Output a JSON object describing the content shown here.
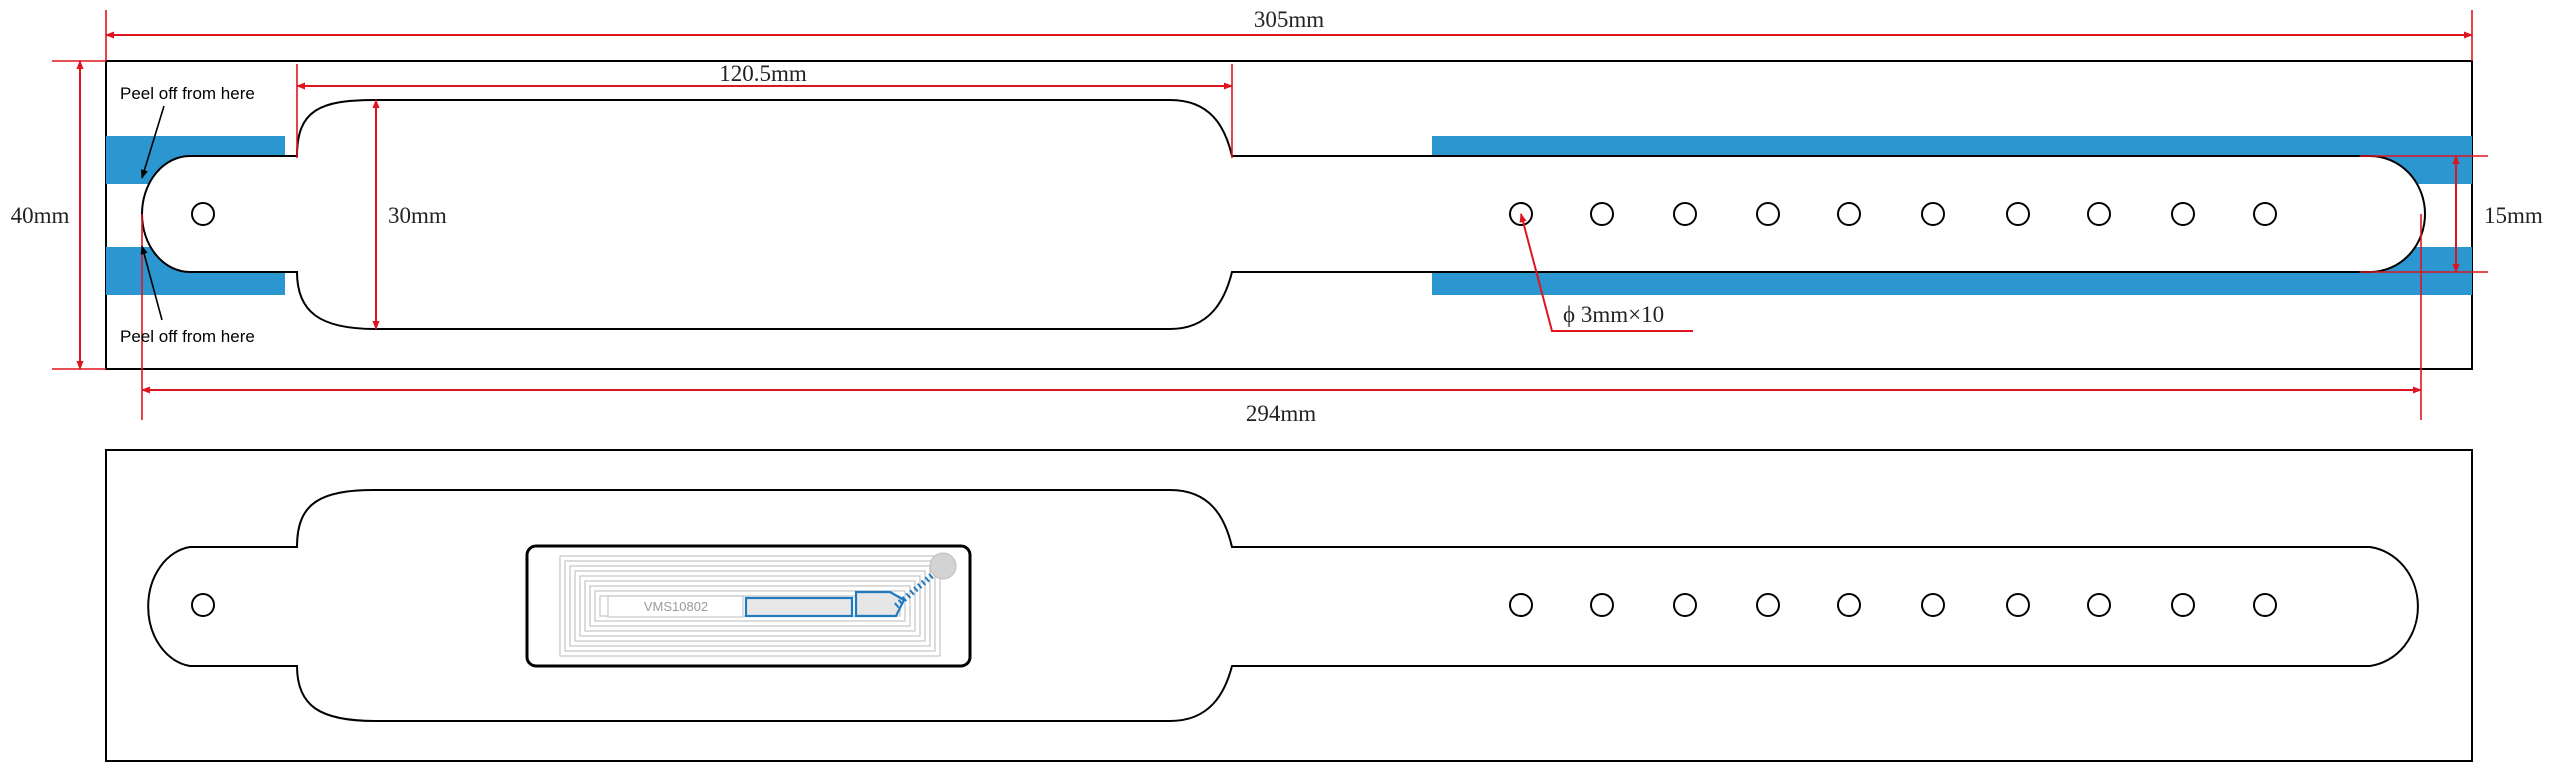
{
  "dimensions": {
    "total_length": "305mm",
    "strap_length": "294mm",
    "face_length": "120.5mm",
    "total_width": "40mm",
    "face_height": "30mm",
    "band_width": "15mm",
    "hole_spec": "ϕ 3mm×10"
  },
  "notes": {
    "peel_top": "Peel off from here",
    "peel_bottom": "Peel off from here"
  },
  "chip": {
    "model": "VMS10802"
  },
  "colors": {
    "dimension": "#e0141e",
    "peel_tape": "#2b96cf",
    "antenna": "#1f7ac0",
    "outline": "#000000"
  },
  "icons": {
    "arrow": "arrow-icon",
    "nfc_chip": "nfc-chip-icon"
  },
  "holes": {
    "adjustment_count": 10,
    "top_view_count": 11,
    "bottom_view_count": 11
  }
}
